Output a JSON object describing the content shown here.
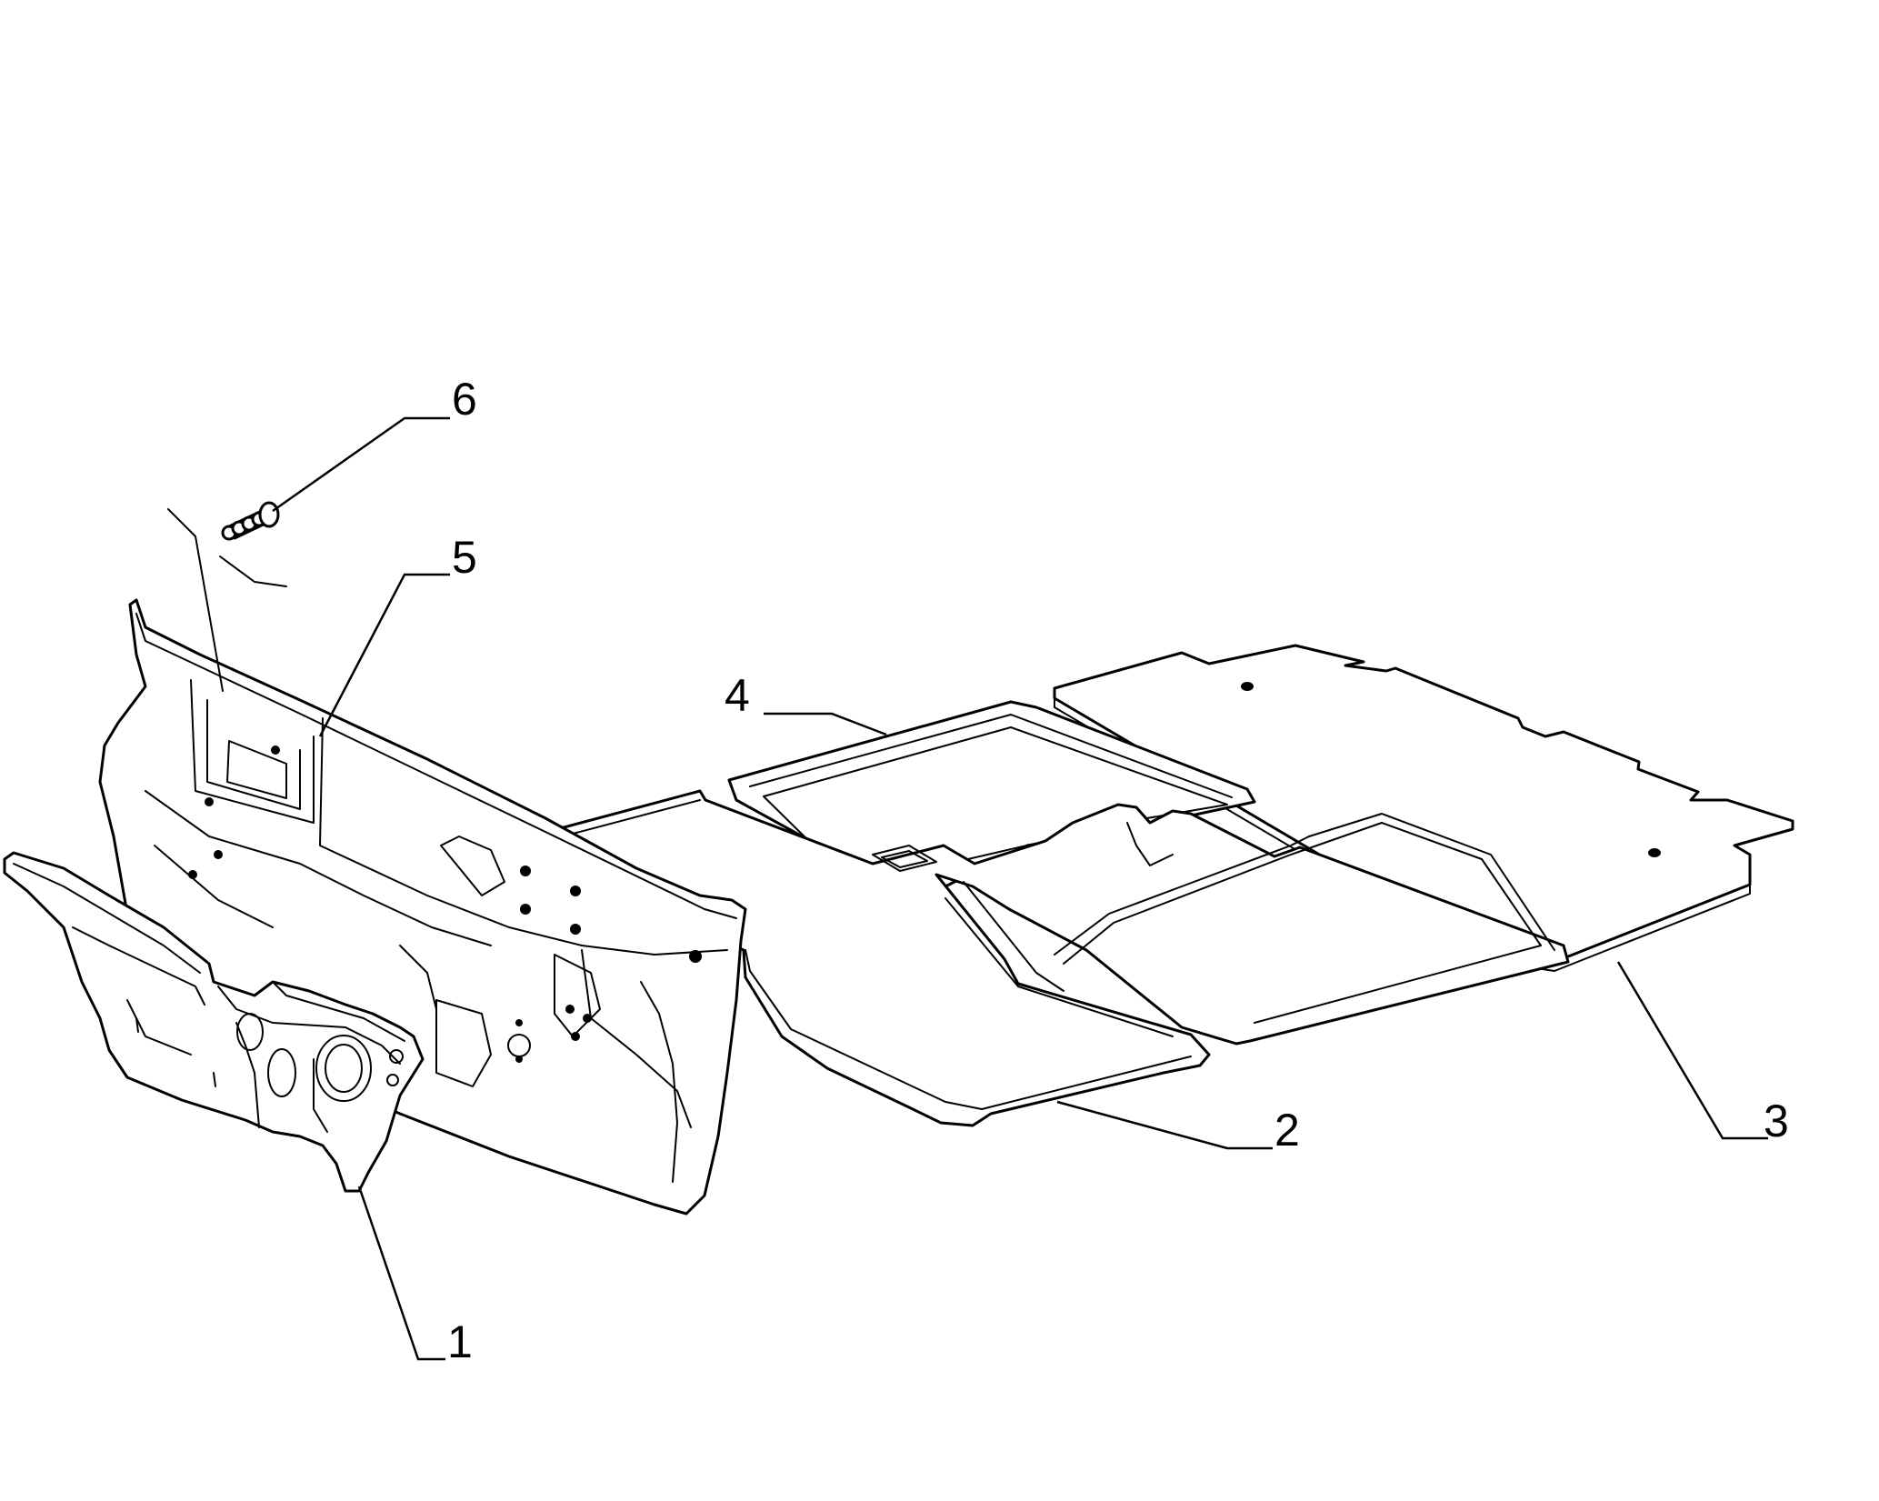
{
  "colors": {
    "line": "#000000",
    "background": "#ffffff"
  },
  "callouts": [
    {
      "id": "1",
      "label": "1"
    },
    {
      "id": "2",
      "label": "2"
    },
    {
      "id": "3",
      "label": "3"
    },
    {
      "id": "4",
      "label": "4"
    },
    {
      "id": "5",
      "label": "5"
    },
    {
      "id": "6",
      "label": "6"
    }
  ]
}
